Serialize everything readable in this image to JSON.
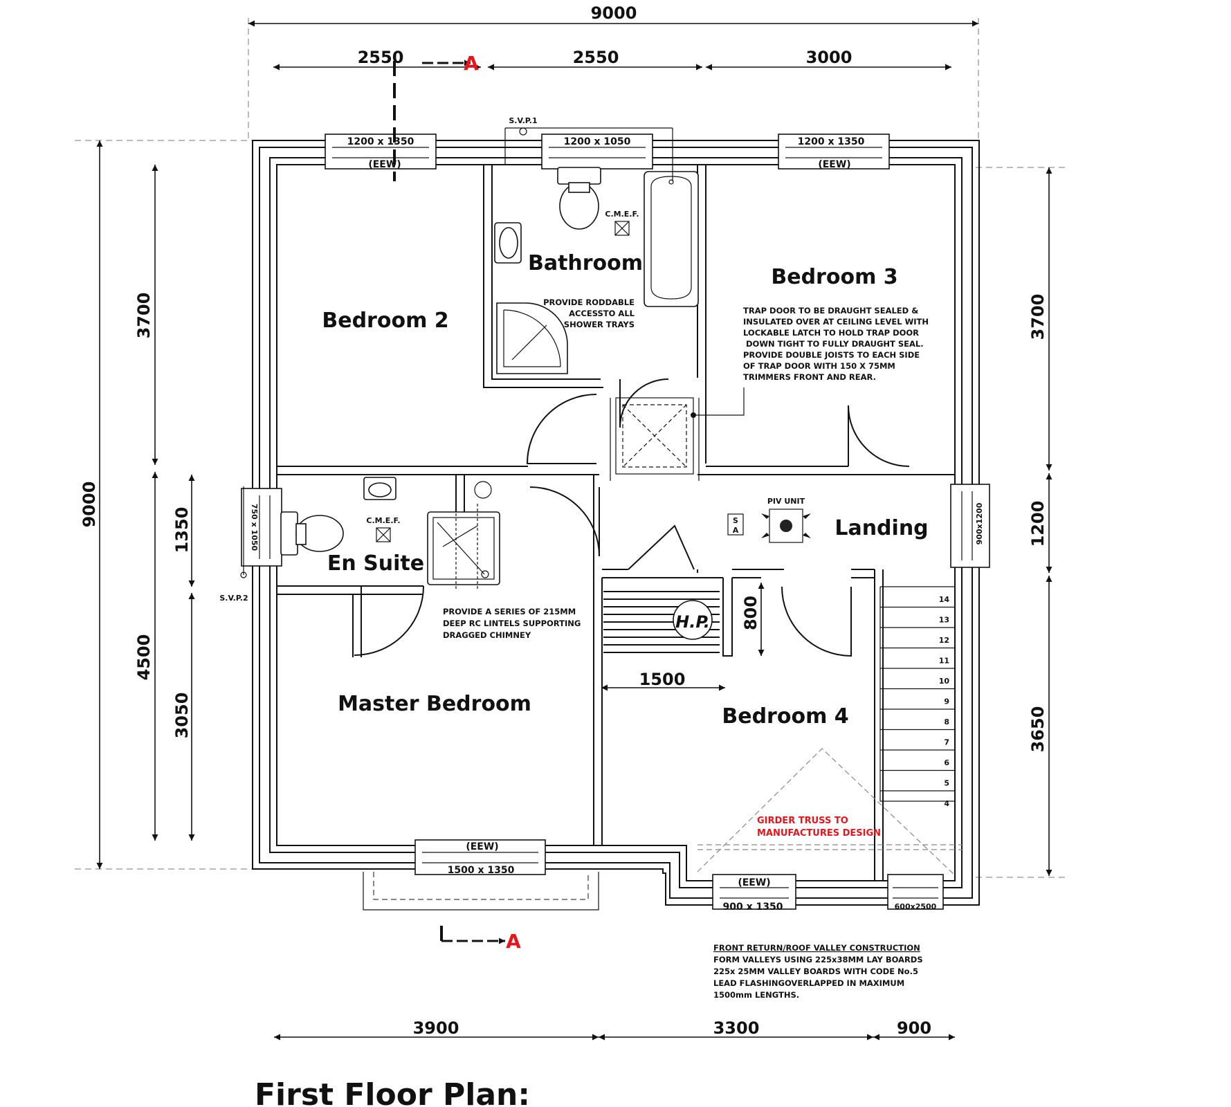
{
  "title": "First Floor Plan:",
  "dimensions": {
    "top_overall": "9000",
    "top_segments": [
      "2550",
      "2550",
      "3000"
    ],
    "bottom_segments": [
      "3900",
      "3300",
      "900"
    ],
    "left_overall": "9000",
    "left_segments": [
      "3700",
      "4500"
    ],
    "left_inner_segments": [
      "1350",
      "3050"
    ],
    "right_segments": [
      "3700",
      "1200",
      "3650"
    ],
    "interior_1500": "1500",
    "interior_800": "800"
  },
  "rooms": {
    "bedroom2": "Bedroom 2",
    "bathroom": "Bathroom",
    "bedroom3": "Bedroom 3",
    "landing": "Landing",
    "en_suite": "En Suite",
    "master": "Master Bedroom",
    "bedroom4": "Bedroom 4"
  },
  "windows": {
    "w1_size": "1200 x 1350",
    "w1_tag": "(EEW)",
    "w2_size": "1200 x 1050",
    "w3_size": "1200 x 1350",
    "w3_tag": "(EEW)",
    "w_side_left": "750 x 1050",
    "w_side_right": "900x1200",
    "w_bottom_size": "1500 x 1350",
    "w_bottom_tag": "(EEW)",
    "w_b4_size": "900 x 1350",
    "w_b4_tag": "(EEW)",
    "w_stair_size": "600x2500"
  },
  "labels": {
    "svp1": "S.V.P.1",
    "svp2": "S.V.P.2",
    "cmef": "C.M.E.F.",
    "piv": "PIV UNIT",
    "sa_top": "S",
    "sa_bottom": "A",
    "hp": "H.P.",
    "section_mark": "A"
  },
  "notes": {
    "bathroom": [
      "PROVIDE RODDABLE",
      "ACCESSTO ALL",
      "SHOWER TRAYS"
    ],
    "trap_door": [
      "TRAP DOOR TO BE DRAUGHT SEALED &",
      "INSULATED OVER AT CEILING LEVEL WITH",
      "LOCKABLE LATCH TO HOLD TRAP DOOR",
      " DOWN TIGHT TO FULLY DRAUGHT SEAL.",
      "PROVIDE DOUBLE JOISTS TO EACH SIDE",
      "OF TRAP DOOR WITH 150 X 75MM",
      "TRIMMERS FRONT AND REAR."
    ],
    "chimney": [
      "PROVIDE A SERIES OF 215MM",
      "DEEP RC LINTELS SUPPORTING",
      "DRAGGED CHIMNEY"
    ],
    "girder": [
      "GIRDER TRUSS TO",
      "MANUFACTURES DESIGN"
    ],
    "valley_heading": "FRONT RETURN/ROOF VALLEY CONSTRUCTION",
    "valley": [
      "FORM VALLEYS USING  225x38MM LAY BOARDS",
      "225x 25MM VALLEY BOARDS WITH CODE No.5",
      "LEAD FLASHINGOVERLAPPED IN MAXIMUM",
      "1500mm LENGTHS."
    ]
  },
  "stairs": [
    "14",
    "13",
    "12",
    "11",
    "10",
    "9",
    "8",
    "7",
    "6",
    "5",
    "4"
  ]
}
